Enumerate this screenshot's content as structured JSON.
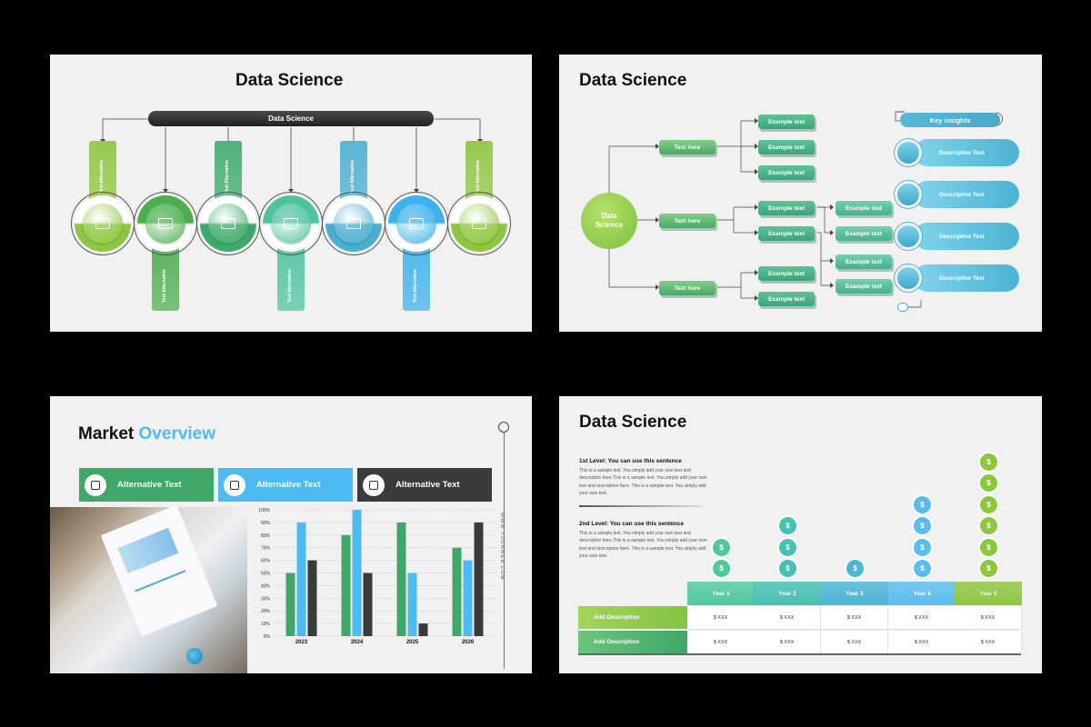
{
  "slide1": {
    "title": "Data Science",
    "bar_label": "Data Science",
    "items": [
      {
        "label": "Text Alternative",
        "color": "#8dc63f",
        "icon": "screen-icon"
      },
      {
        "label": "Text Alternative",
        "color": "#4cae4f",
        "icon": "touch-icon"
      },
      {
        "label": "Text Alternative",
        "color": "#3daa6b",
        "icon": "gears-icon"
      },
      {
        "label": "Text Alternative",
        "color": "#4fc3a0",
        "icon": "video-icon"
      },
      {
        "label": "Text Alternative",
        "color": "#4aaed0",
        "icon": "chart-board-icon"
      },
      {
        "label": "Text Alternative",
        "color": "#3db2ec",
        "icon": "presentation-icon"
      },
      {
        "label": "Text Alternative",
        "color": "#8dc63f",
        "icon": "click-icon"
      }
    ]
  },
  "slide2": {
    "title": "Data Science",
    "root": "Data Science",
    "branch_label": "Text here",
    "example_label": "Example text",
    "insights_title": "Key insights",
    "insights": [
      "Descriptive Text",
      "Descriptive Text",
      "Descriptive Text",
      "Descriptive Text"
    ]
  },
  "slide3": {
    "title_a": "Market",
    "title_b": "Overview",
    "headers": [
      "Alternative Text",
      "Alternative Text",
      "Alternative Text"
    ],
    "header_colors": [
      "#3fa768",
      "#4dbbf2",
      "#3b3b3b"
    ],
    "side_text": "WWW.YOURWEB.COM",
    "chart_data": {
      "type": "bar",
      "categories": [
        "2023",
        "2024",
        "2025",
        "2026"
      ],
      "ylim": [
        0,
        100
      ],
      "yticks": [
        "0%",
        "10%",
        "20%",
        "30%",
        "40%",
        "50%",
        "60%",
        "70%",
        "80%",
        "90%",
        "100%"
      ],
      "series": [
        {
          "values": [
            50,
            80,
            90,
            70
          ],
          "color": "#3fa768"
        },
        {
          "values": [
            90,
            100,
            50,
            60
          ],
          "color": "#4dbbf2"
        },
        {
          "values": [
            60,
            50,
            10,
            90
          ],
          "color": "#3b3b3b"
        }
      ]
    }
  },
  "slide4": {
    "title": "Data Science",
    "level1_title": "1st Level: You can use this sentence",
    "level1_lines": [
      "This is a sample text. You simply add your own text and",
      "description here.This is a sample text. You simply add your own",
      "text and description here. This is a sample text. You simply add",
      "your own text."
    ],
    "level2_title": "2nd Level: You can use this sentence",
    "level2_lines": [
      "This is a sample text. You simply add your own text and",
      "description here.This is a sample text. You simply add your own",
      "text and description here. This is a sample text. You simply add",
      "your own text."
    ],
    "years": [
      "Year 1",
      "Year 2",
      "Year 3",
      "Year 4",
      "Year 5"
    ],
    "year_colors": [
      "#4fc99a",
      "#45c0b2",
      "#4ab5d5",
      "#59bdef",
      "#8dc63f"
    ],
    "coin_counts": [
      2,
      3,
      1,
      4,
      6
    ],
    "coin_symbol": "$",
    "rows": [
      "Add Description",
      "Add Description"
    ],
    "cell_value": "$ XXX"
  }
}
